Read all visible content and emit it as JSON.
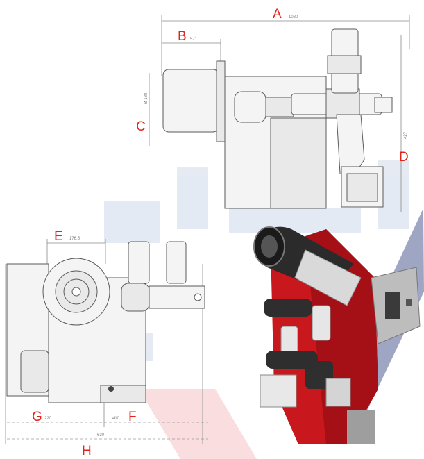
{
  "labels": {
    "a": "A",
    "b": "B",
    "c": "C",
    "d": "D",
    "e": "E",
    "f": "F",
    "g": "G",
    "h": "H"
  },
  "dims": {
    "a": "1080",
    "b": "571",
    "c": "Ø 180",
    "d": "427",
    "e": "176.5",
    "f": "410",
    "g": "220",
    "h": "630"
  },
  "colors": {
    "label_red": "#e2231a",
    "burner_red": "#c8171d",
    "watermark": "#c7d3e6"
  }
}
